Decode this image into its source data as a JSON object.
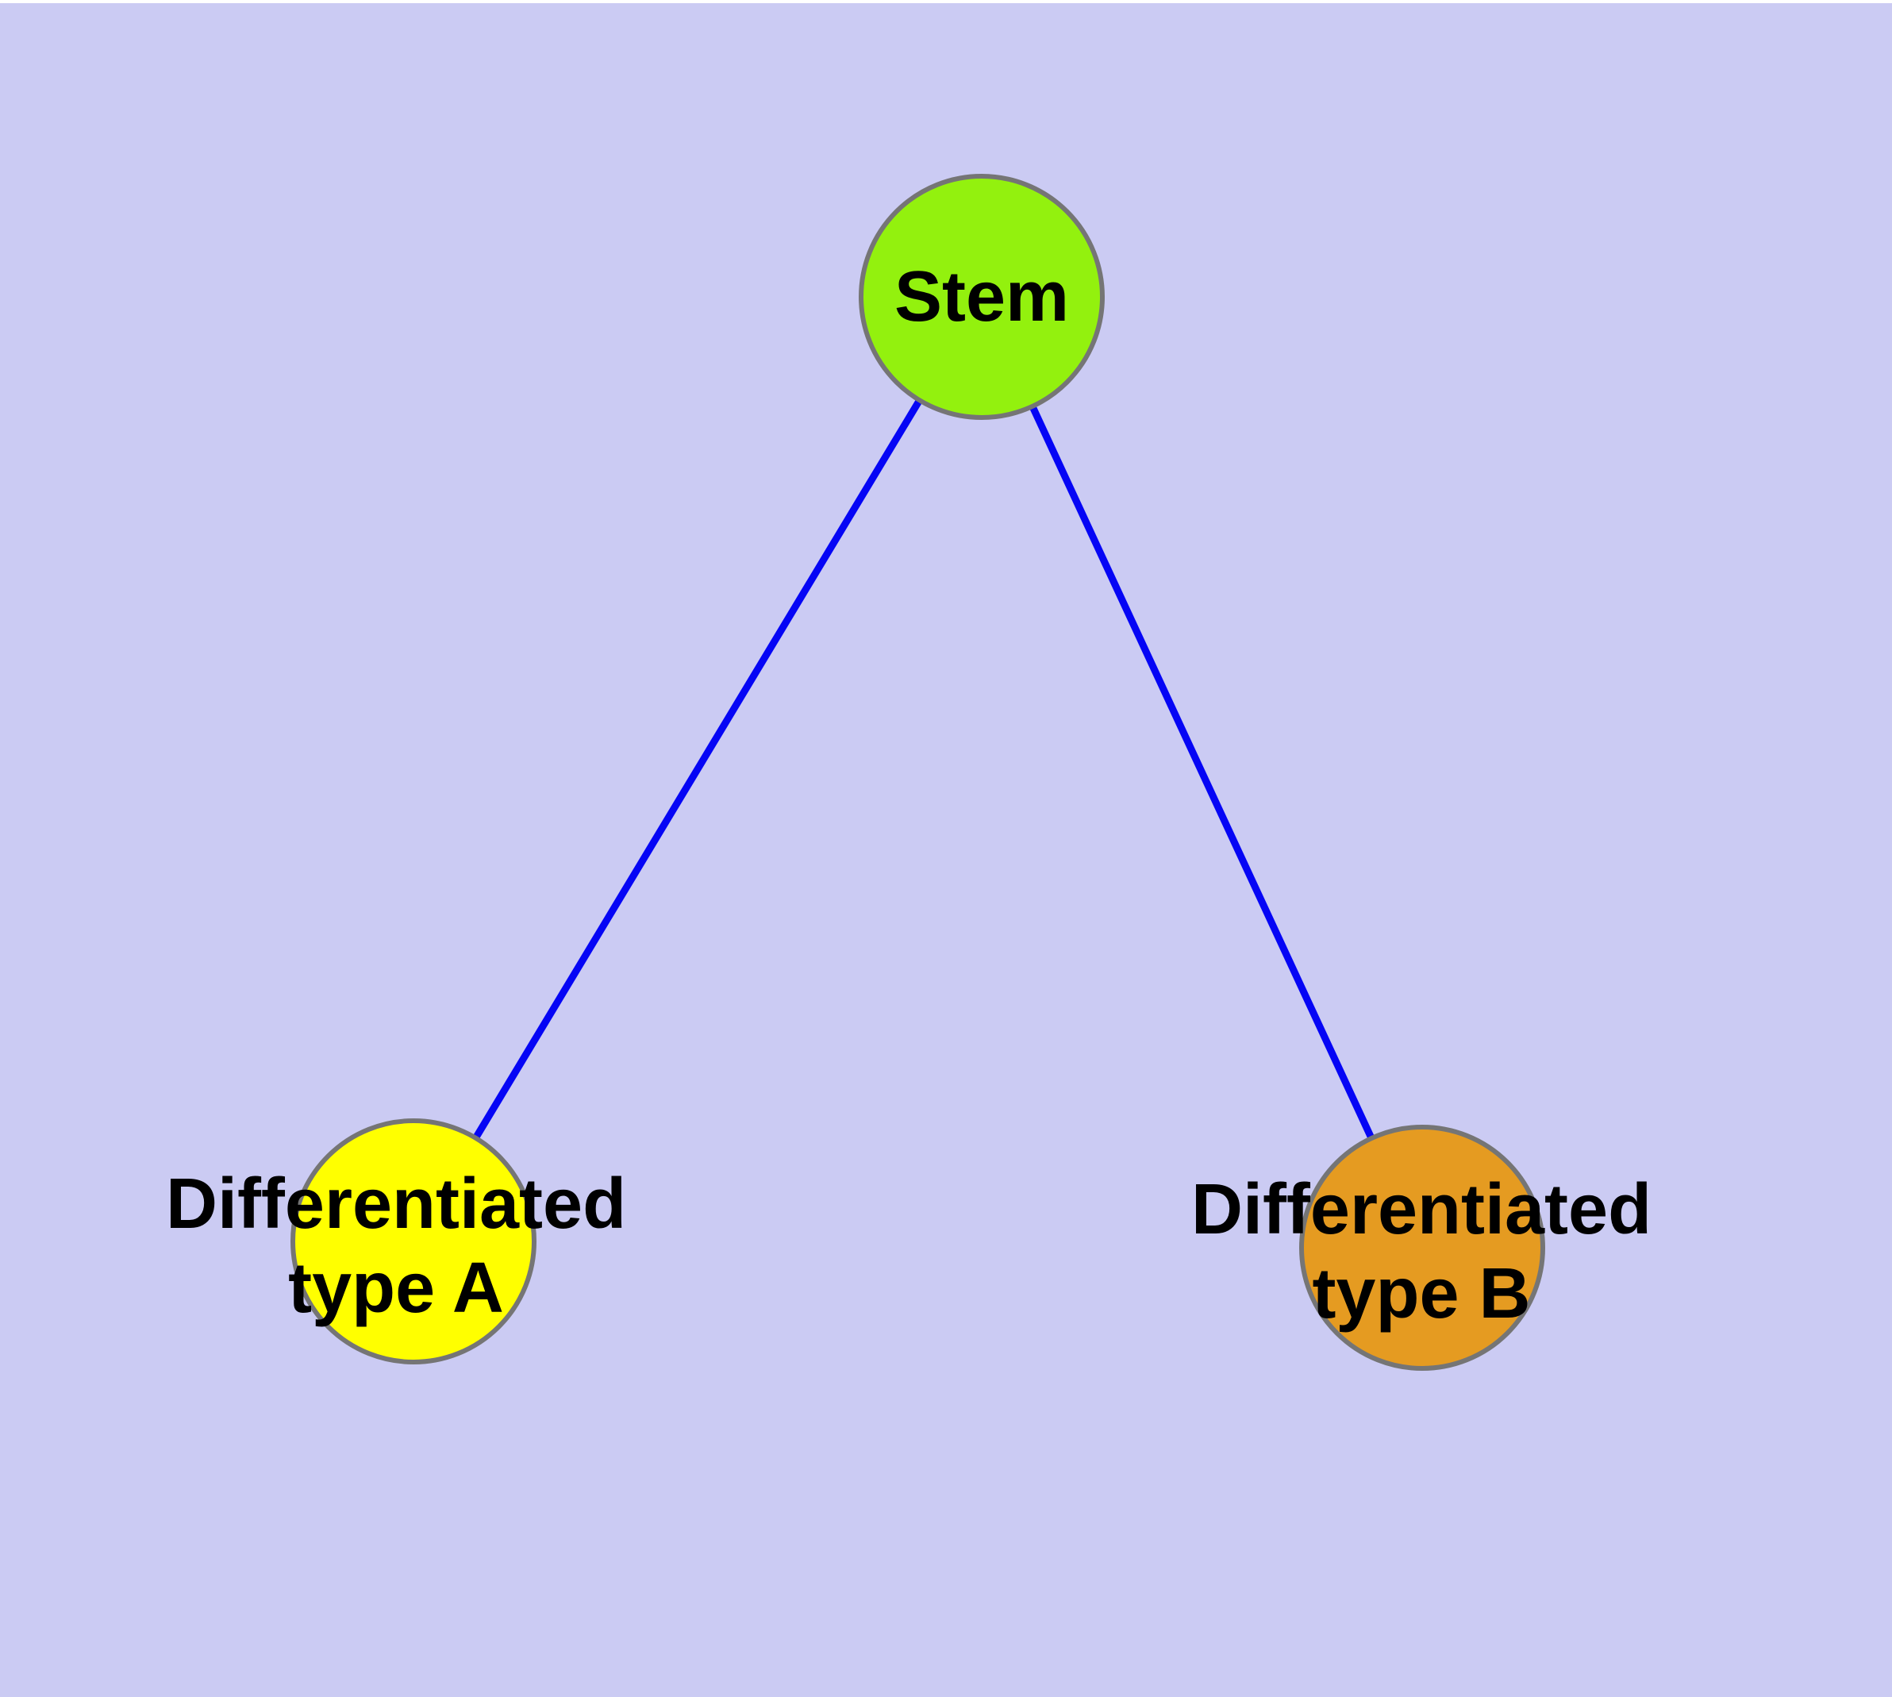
{
  "diagram": {
    "background_color": "#CBCBF3",
    "top_border_color": "#FFFFFF",
    "edge_color": "#0505F5",
    "node_border_color": "#757575",
    "label_color": "#000000",
    "nodes": {
      "stem": {
        "label": "Stem",
        "color": "#93F10E"
      },
      "typeA": {
        "label": "Differentiated type A",
        "label_line1": "Differentiated",
        "label_line2": "type A",
        "color": "#FFFF00"
      },
      "typeB": {
        "label": "Differentiated type B",
        "label_line1": "Differentiated",
        "label_line2": "type B",
        "color": "#E59B21"
      }
    },
    "edges": [
      {
        "from": "Stem",
        "to": "Differentiated type A"
      },
      {
        "from": "Stem",
        "to": "Differentiated type B"
      }
    ]
  }
}
